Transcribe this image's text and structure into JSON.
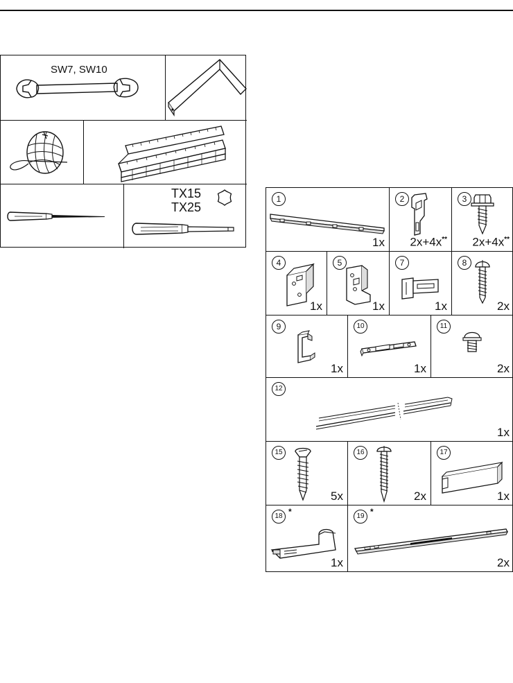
{
  "tools": {
    "wrench_label": "SW7, SW10",
    "torx_line1": "TX15",
    "torx_line2": "TX25"
  },
  "parts": [
    {
      "id": "part-1",
      "number": "1",
      "qty": "1x"
    },
    {
      "id": "part-2",
      "number": "2",
      "qty": "2x+4x",
      "qty_suffix": "**"
    },
    {
      "id": "part-3",
      "number": "3",
      "qty": "2x+4x",
      "qty_suffix": "**"
    },
    {
      "id": "part-4",
      "number": "4",
      "qty": "1x"
    },
    {
      "id": "part-5",
      "number": "5",
      "qty": "1x"
    },
    {
      "id": "part-7",
      "number": "7",
      "qty": "1x"
    },
    {
      "id": "part-8",
      "number": "8",
      "qty": "2x"
    },
    {
      "id": "part-9",
      "number": "9",
      "qty": "1x"
    },
    {
      "id": "part-10",
      "number": "10",
      "qty": "1x"
    },
    {
      "id": "part-11",
      "number": "11",
      "qty": "2x"
    },
    {
      "id": "part-12",
      "number": "12",
      "qty": "1x"
    },
    {
      "id": "part-15",
      "number": "15",
      "qty": "5x"
    },
    {
      "id": "part-16",
      "number": "16",
      "qty": "2x"
    },
    {
      "id": "part-17",
      "number": "17",
      "qty": "1x"
    },
    {
      "id": "part-18",
      "number": "18",
      "star": "*",
      "qty": "1x"
    },
    {
      "id": "part-19",
      "number": "19",
      "star": "*",
      "qty": "2x"
    }
  ]
}
